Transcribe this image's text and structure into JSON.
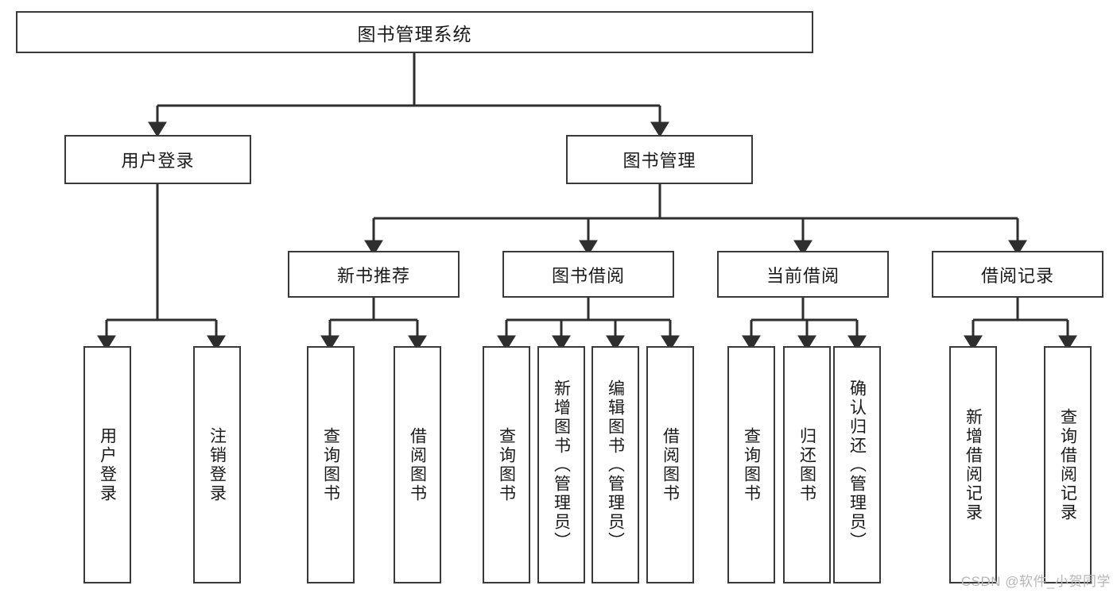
{
  "diagram": {
    "type": "tree-hierarchy-chart",
    "title": "图书管理系统",
    "orientation": "top-down",
    "colors": {
      "box_border": "#3a3a3a",
      "box_fill": "#ffffff",
      "edge": "#2e2e2e",
      "text": "#1a1a1a",
      "watermark": "#b6b6b6",
      "background": "#ffffff"
    },
    "nodes": {
      "root": {
        "label": "图书管理系统"
      },
      "level2": [
        {
          "id": "user-login",
          "label": "用户登录"
        },
        {
          "id": "book-management",
          "label": "图书管理"
        }
      ],
      "level3": [
        {
          "id": "new-book-recommend",
          "label": "新书推荐"
        },
        {
          "id": "book-borrow",
          "label": "图书借阅"
        },
        {
          "id": "current-borrow",
          "label": "当前借阅"
        },
        {
          "id": "borrow-record",
          "label": "借阅记录"
        }
      ],
      "leaves": {
        "user-login": [
          {
            "id": "leaf-user-login",
            "label": "用户登录"
          },
          {
            "id": "leaf-logout-login",
            "label": "注销登录"
          }
        ],
        "new-book-recommend": [
          {
            "id": "leaf-query-book-1",
            "label": "查询图书"
          },
          {
            "id": "leaf-borrow-book-1",
            "label": "借阅图书"
          }
        ],
        "book-borrow": [
          {
            "id": "leaf-query-book-2",
            "label": "查询图书"
          },
          {
            "id": "leaf-add-book-admin",
            "label": "新增图书（管理员）"
          },
          {
            "id": "leaf-edit-book-admin",
            "label": "编辑图书（管理员）"
          },
          {
            "id": "leaf-borrow-book-2",
            "label": "借阅图书"
          }
        ],
        "current-borrow": [
          {
            "id": "leaf-query-book-3",
            "label": "查询图书"
          },
          {
            "id": "leaf-return-book",
            "label": "归还图书"
          },
          {
            "id": "leaf-confirm-return-admin",
            "label": "确认归还（管理员）"
          }
        ],
        "borrow-record": [
          {
            "id": "leaf-add-borrow-record",
            "label": "新增借阅记录"
          },
          {
            "id": "leaf-query-borrow-record",
            "label": "查询借阅记录"
          }
        ]
      }
    },
    "watermark": "CSDN @软件_小贺同学"
  }
}
